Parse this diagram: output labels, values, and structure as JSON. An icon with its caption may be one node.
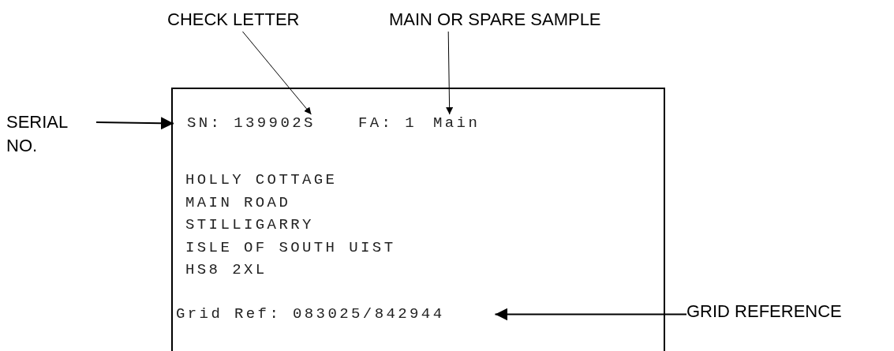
{
  "diagram": {
    "nodes": [
      {
        "text": [
          "CHECK LETTER"
        ]
      },
      {
        "text": [
          "MAIN OR SPARE SAMPLE"
        ]
      },
      {
        "text": [
          "FA: 1",
          "HOLLY COTTAGE",
          "MAIN ROAD",
          "STILLIGARRY",
          "ISLE OF SOUTH UIST",
          "HS8 2XL"
        ]
      },
      {
        "text": [
          "SN: 139902S"
        ],
        "in": 2
      },
      {
        "text": [
          "Main"
        ],
        "in": 2
      },
      {
        "text": [
          "SERIAL NO."
        ]
      },
      {
        "text": [
          "Grid Ref: 083025/842944"
        ],
        "in": 2
      },
      {
        "text": [
          "GRID REFERENCE"
        ]
      }
    ],
    "edges": [
      {
        "from": 0,
        "to": 3,
        "arrow": "to"
      },
      {
        "from": 1,
        "to": 4,
        "arrow": "to"
      },
      {
        "from": 5,
        "to": 3,
        "arrow": "to"
      },
      {
        "from": 7,
        "to": 6,
        "arrow": "to"
      }
    ]
  }
}
